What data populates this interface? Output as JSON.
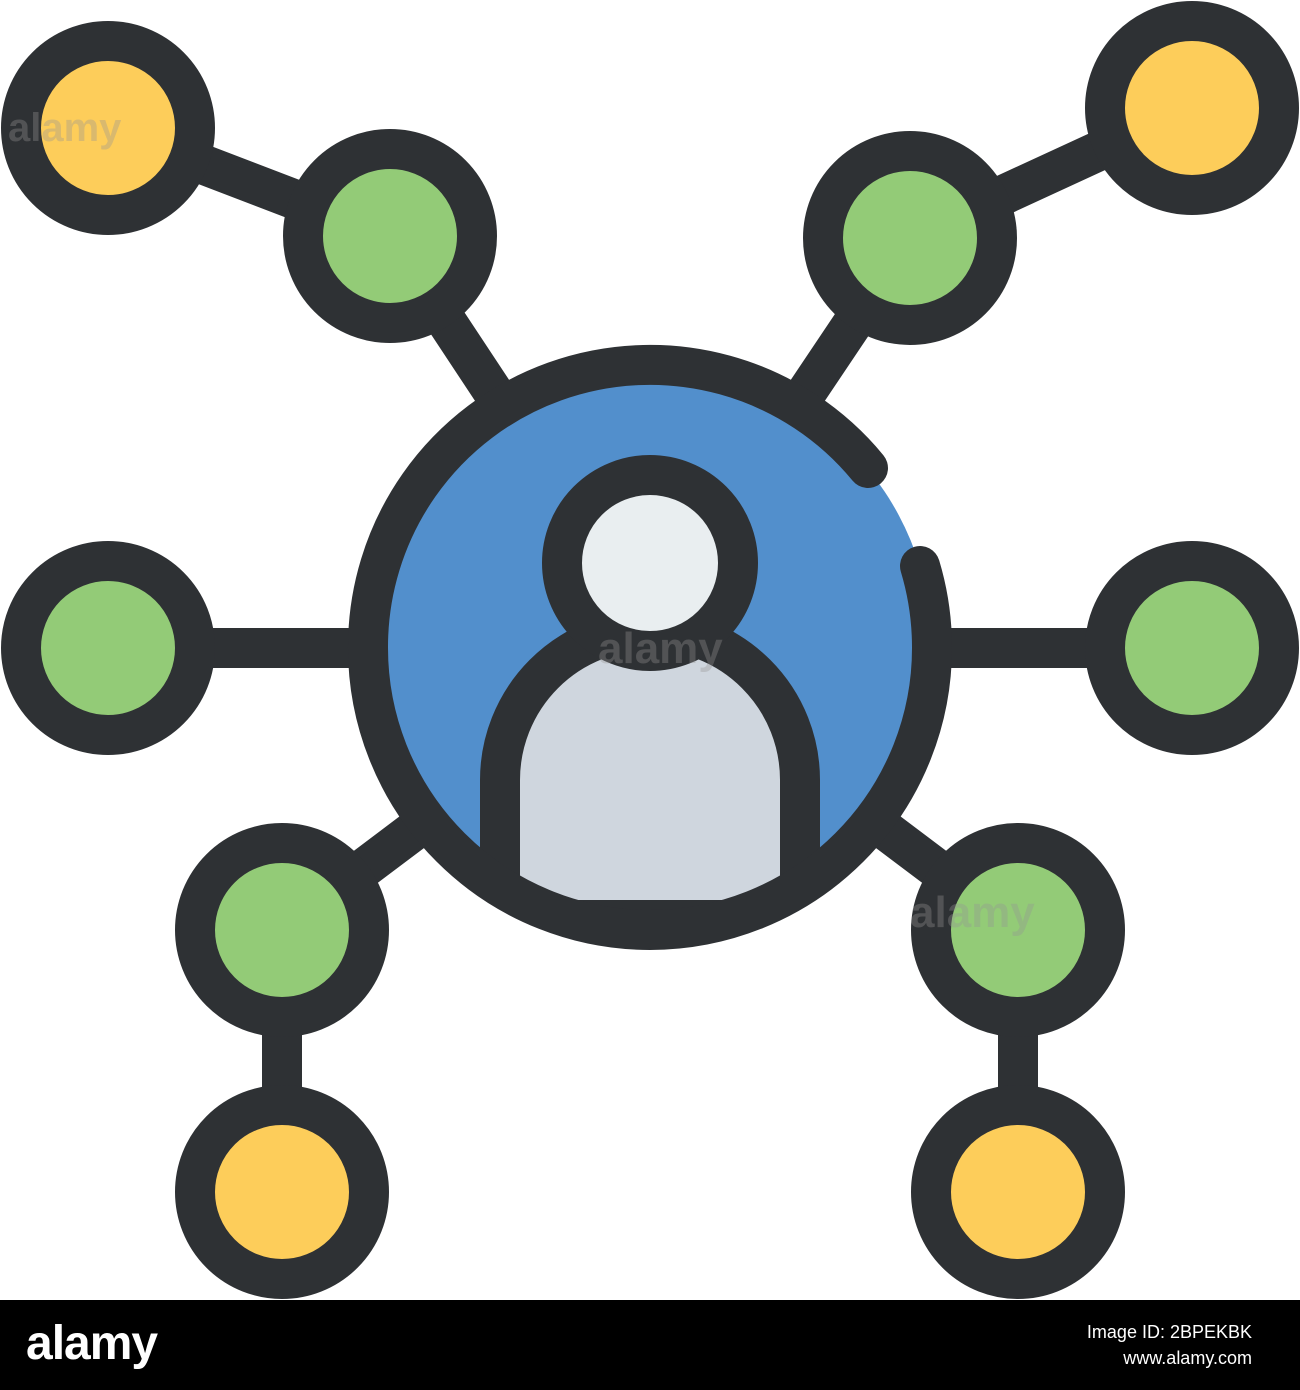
{
  "colors": {
    "outline": "#2e3134",
    "hub": "#528fcc",
    "inner_node": "#93cb77",
    "outer_node": "#fdcd5a",
    "person_head": "#e9eef0",
    "person_body": "#cfd6de",
    "footer_bg": "#000000",
    "footer_text": "#ffffff"
  },
  "icon": {
    "name": "network-user-icon"
  },
  "watermark": {
    "text": "alamy"
  },
  "footer": {
    "logo": "alamy",
    "image_id_label": "Image ID: 2BPEKBK",
    "site": "www.alamy.com"
  }
}
